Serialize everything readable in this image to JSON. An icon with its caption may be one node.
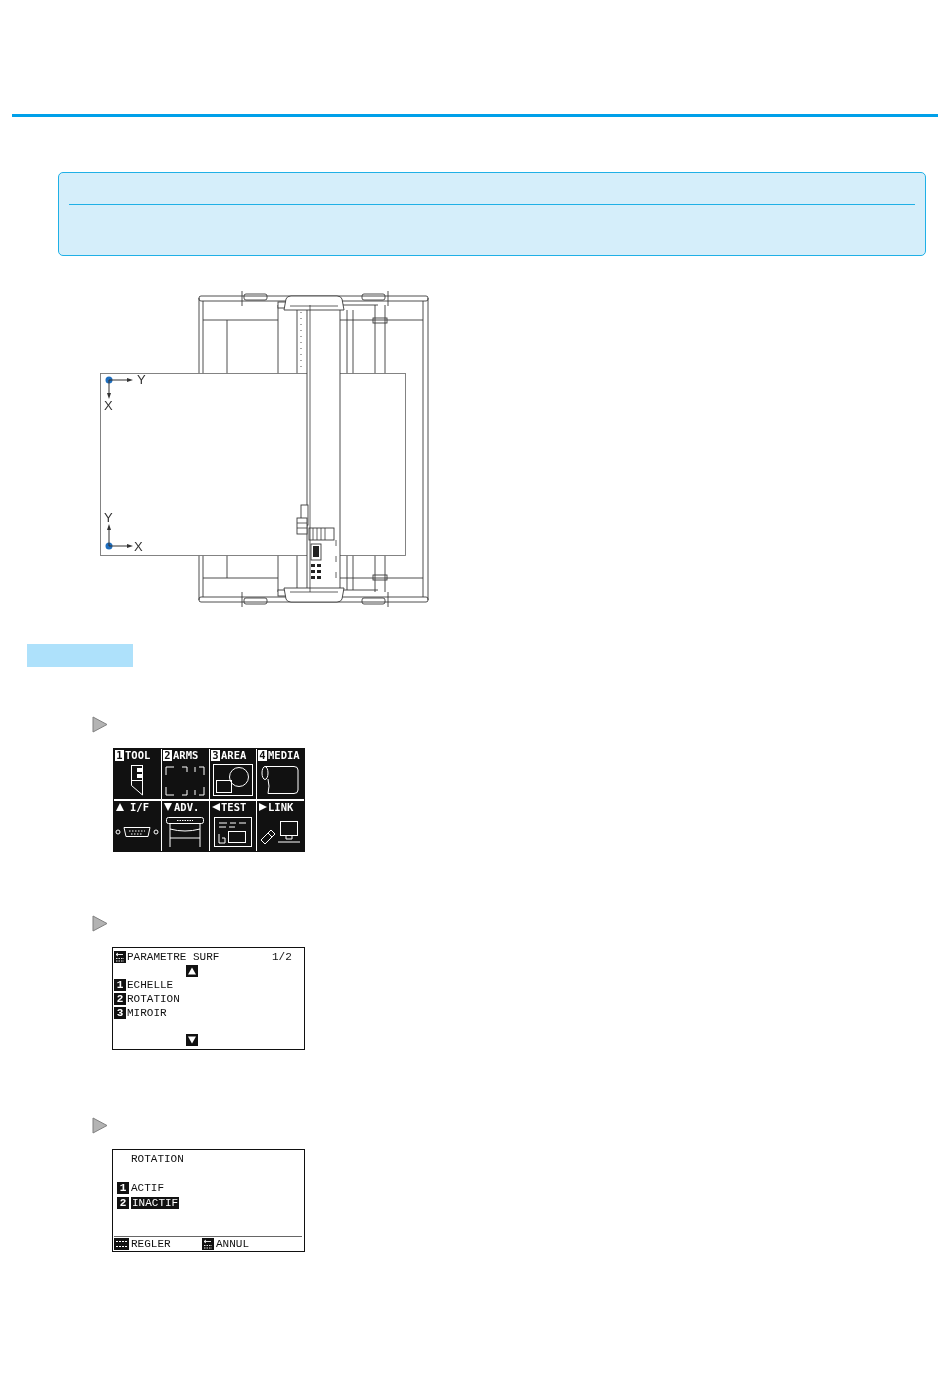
{
  "diagram": {
    "nodes": [
      {
        "text": [],
        "shape": "box"
      },
      {
        "text": [],
        "shape": "bar"
      },
      {
        "text": [],
        "shape": "box"
      },
      {
        "text": [
          "1",
          "TOOL"
        ],
        "in": 2
      },
      {
        "text": [
          "2",
          "ARMS"
        ],
        "in": 2
      },
      {
        "text": [
          "3",
          "AREA"
        ],
        "in": 2
      },
      {
        "text": [
          "4",
          "MEDIA"
        ],
        "in": 2
      },
      {
        "text": [
          "I/F"
        ],
        "in": 2
      },
      {
        "text": [
          "ADV."
        ],
        "in": 2
      },
      {
        "text": [
          "TEST"
        ],
        "in": 2
      },
      {
        "text": [
          "LINK"
        ],
        "in": 2
      },
      {
        "text": [
          "PARAMETRE SURF",
          "1/2",
          "1",
          "ECHELLE",
          "2",
          "ROTATION",
          "3",
          "MIROIR"
        ]
      },
      {
        "text": [
          "ROTATION",
          "1",
          "ACTIF",
          "2",
          "INACTIF",
          "REGLER",
          "ANNUL"
        ]
      }
    ],
    "labels": [
      "Y",
      "X",
      "Y",
      "X"
    ]
  }
}
